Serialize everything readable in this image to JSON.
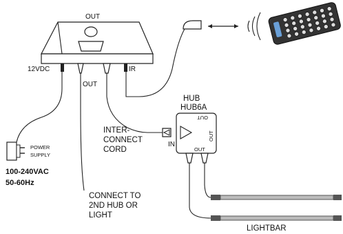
{
  "labels": {
    "out_top": "OUT",
    "dc": "12VDC",
    "out_bottom": "OUT",
    "ir": "IR",
    "hub": "HUB",
    "hub_model": "HUB6A",
    "hub_out_top": "OUT",
    "hub_out_right": "OUT",
    "hub_out_bottom": "OUT",
    "hub_in": "IN",
    "cord_1": "INTER-",
    "cord_2": "CONNECT",
    "cord_3": "CORD",
    "power_1": "POWER",
    "power_2": "SUPPLY",
    "voltage": "100-240VAC",
    "freq": "50-60Hz",
    "connect_1": "CONNECT TO",
    "connect_2": "2ND HUB OR",
    "connect_3": "LIGHT",
    "lightbar": "LIGHTBAR"
  },
  "icons": {
    "controller": "controller-box-icon",
    "remote": "remote-control-icon",
    "receiver": "ir-receiver-icon",
    "signal": "wireless-signal-icon",
    "power_supply": "power-adapter-icon",
    "hub": "hub-icon",
    "lightbar": "lightbar-icon"
  }
}
